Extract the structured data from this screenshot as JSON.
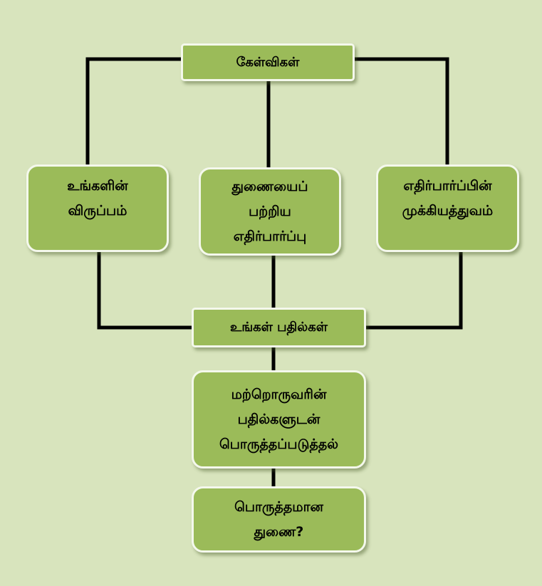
{
  "diagram": {
    "nodes": {
      "questions": "கேள்விகள்",
      "your_preference": "உங்களின்\nவிருப்பம்",
      "partner_expectation": "துணையைப்\nபற்றிய\nஎதிர்பார்ப்பு",
      "expectation_importance": "எதிர்பார்ப்பின்\nமுக்கியத்துவம்",
      "your_answers": "உங்கள் பதில்கள்",
      "match_others": "மற்றொருவரின்\nபதில்களுடன்\nபொருத்தப்படுத்தல்",
      "suitable_partner": "பொருத்தமான\nதுணை?"
    },
    "colors": {
      "background": "#d8e4bd",
      "node_fill": "#9bbb59",
      "node_border": "#f4f8ec",
      "connector": "#000000"
    }
  }
}
